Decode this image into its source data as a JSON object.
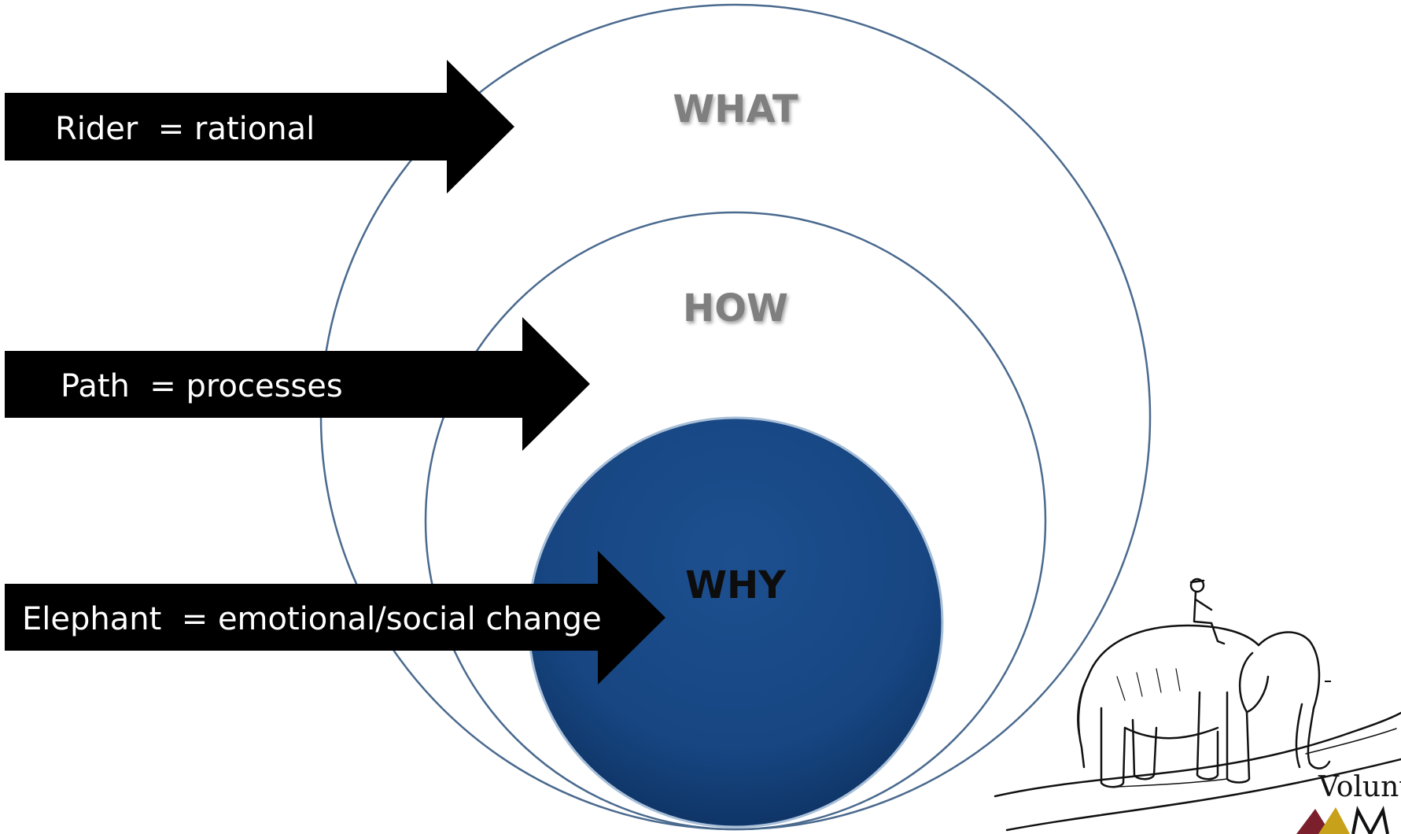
{
  "circles": {
    "outer": {
      "label": "WHAT",
      "label_color": "#7f7f7f"
    },
    "middle": {
      "label": "HOW",
      "label_color": "#7f7f7f"
    },
    "inner": {
      "label": "WHY",
      "label_color": "#0d0d0d",
      "fill": "#17447f"
    }
  },
  "arrows": [
    {
      "label": "Rider  = rational"
    },
    {
      "label": "Path  = processes"
    },
    {
      "label": "Elephant  = emotional/social change"
    }
  ],
  "logo": {
    "text": "Volunte",
    "icon": "elephant-with-rider-illustration"
  },
  "colors": {
    "circle_stroke": "#4a6a8e",
    "arrow_fill": "#000000",
    "why_fill": "#17447f"
  }
}
